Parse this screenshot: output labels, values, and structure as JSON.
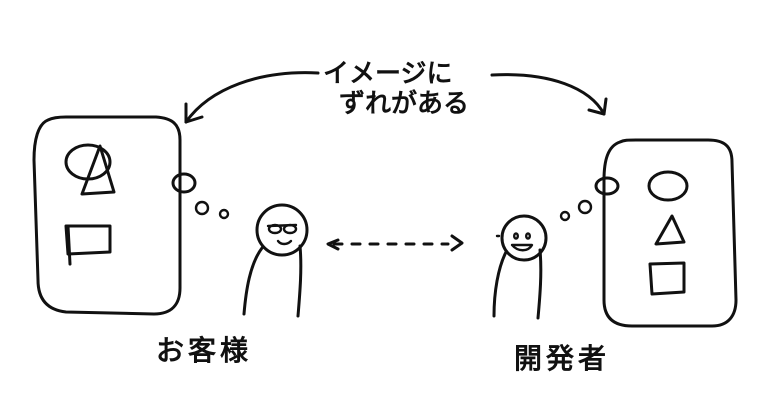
{
  "annotation": {
    "line1": "イメージに",
    "line2": "ずれがある"
  },
  "left_person_label": "お客様",
  "right_person_label": "開発者",
  "colors": {
    "ink": "#111111",
    "background": "#ffffff"
  }
}
